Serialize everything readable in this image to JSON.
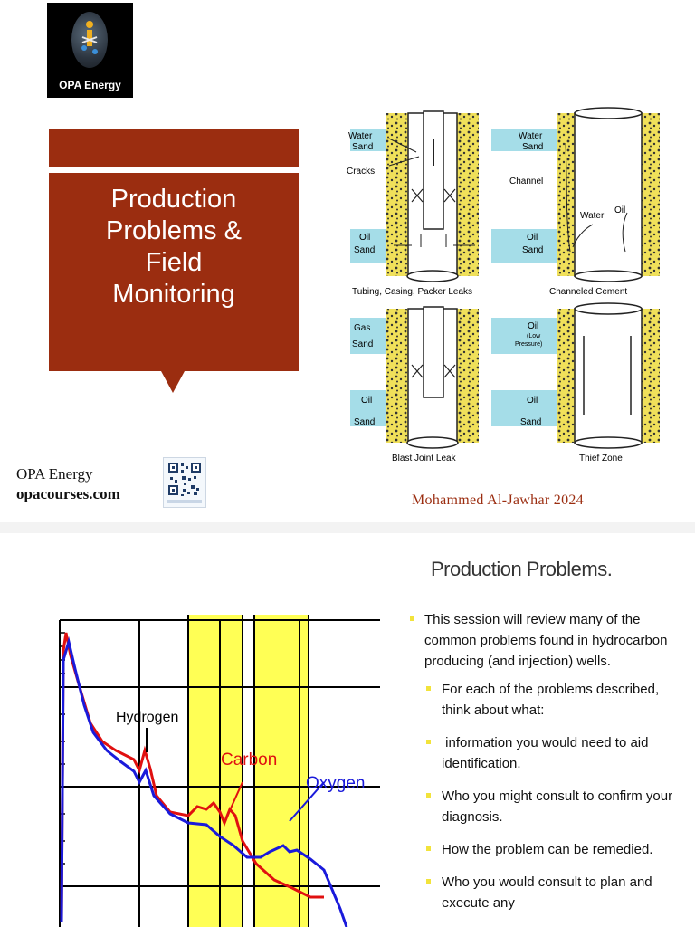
{
  "slide1": {
    "logo_text": "OPA Energy",
    "title_lines": [
      "Production",
      "Problems &",
      "Field",
      "Monitoring"
    ],
    "company_name": "OPA Energy",
    "company_site": "opacourses.com",
    "author": "Mohammed Al-Jawhar 2024",
    "diagram": {
      "panel_tl": {
        "labels": [
          "Water",
          "Sand",
          "Cracks",
          "Oil",
          "Sand"
        ],
        "caption": "Tubing, Casing, Packer Leaks"
      },
      "panel_tr": {
        "labels": [
          "Water",
          "Sand",
          "Channel",
          "Water",
          "Oil",
          "Oil",
          "Sand"
        ],
        "caption": "Channeled Cement"
      },
      "panel_bl": {
        "labels": [
          "Gas",
          "Sand",
          "Oil",
          "Sand"
        ],
        "caption": "Blast Joint Leak"
      },
      "panel_br": {
        "labels": [
          "Oil",
          "(Low",
          "Pressure)",
          "Oil",
          "Sand"
        ],
        "caption": "Thief Zone"
      }
    }
  },
  "slide2": {
    "title": "Production Problems.",
    "intro_bullet": "This session will review many of the common problems found in hydrocarbon producing (and injection) wells.",
    "sub_bullets": [
      "For each of the problems described, think about what:",
      " information you would need to aid identification.",
      "Who you might consult to confirm your diagnosis.",
      "How the problem can be remedied.",
      "Who you would consult to plan and execute any"
    ],
    "chart": {
      "labels": {
        "hydrogen": "Hydrogen",
        "carbon": "Carbon",
        "oxygen": "Oxygen"
      },
      "colors": {
        "carbon": "#e01010",
        "oxygen": "#1a1adb",
        "band": "#ffff55"
      }
    }
  }
}
